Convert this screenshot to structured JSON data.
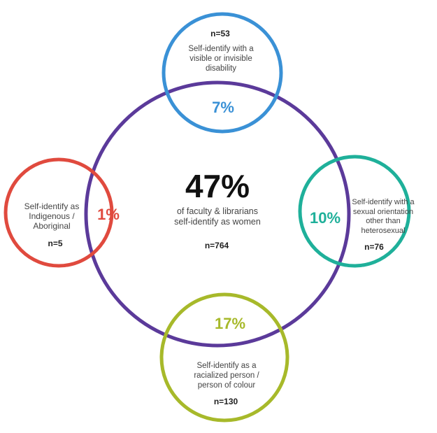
{
  "colors": {
    "center": "#5b3a9a",
    "top": "#3a91d6",
    "left": "#e04a3e",
    "right": "#1fb09a",
    "bottom": "#a7b92a"
  },
  "center": {
    "percent": "47%",
    "label": "of faculty & librarians self-identify as women",
    "n": "n=764"
  },
  "top": {
    "percent": "7%",
    "label": "Self-identify with a visible or invisible disability",
    "n": "n=53"
  },
  "left": {
    "percent": "1%",
    "label": "Self-identify as Indigenous / Aboriginal",
    "n": "n=5"
  },
  "right": {
    "percent": "10%",
    "label": "Self-identify with a sexual orientation other than heterosexual",
    "n": "n=76"
  },
  "bottom": {
    "percent": "17%",
    "label": "Self-identify as a racialized person / person of colour",
    "n": "n=130"
  }
}
